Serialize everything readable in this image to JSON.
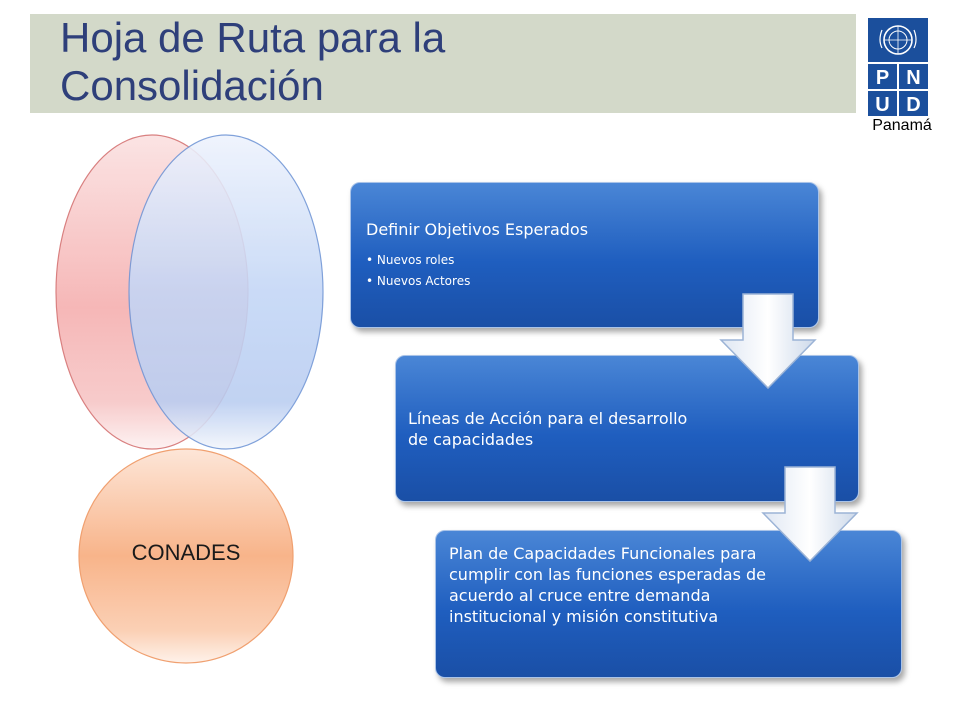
{
  "header": {
    "title_line1": "Hoja de Ruta para la",
    "title_line2": "Consolidación",
    "logo_letters": [
      "P",
      "N",
      "U",
      "D"
    ],
    "logo_caption": "Panamá"
  },
  "venn": {
    "bottom_circle_label": "CONADES"
  },
  "process": {
    "steps": [
      {
        "title": "Definir Objetivos Esperados",
        "bullets": [
          "Nuevos roles",
          "Nuevos Actores"
        ]
      },
      {
        "title": "Líneas de Acción para el desarrollo de capacidades"
      },
      {
        "title": "Plan de Capacidades Funcionales para cumplir con las funciones esperadas de acuerdo al cruce entre demanda institucional y misión constitutiva"
      }
    ]
  },
  "colors": {
    "title_band": "#d3d9c9",
    "title_text": "#2e3f7a",
    "logo_blue": "#1b4f9c",
    "step_blue": "#1f5ebf"
  },
  "icons": {
    "logo": "un-emblem-icon",
    "arrow": "down-arrow-icon"
  }
}
